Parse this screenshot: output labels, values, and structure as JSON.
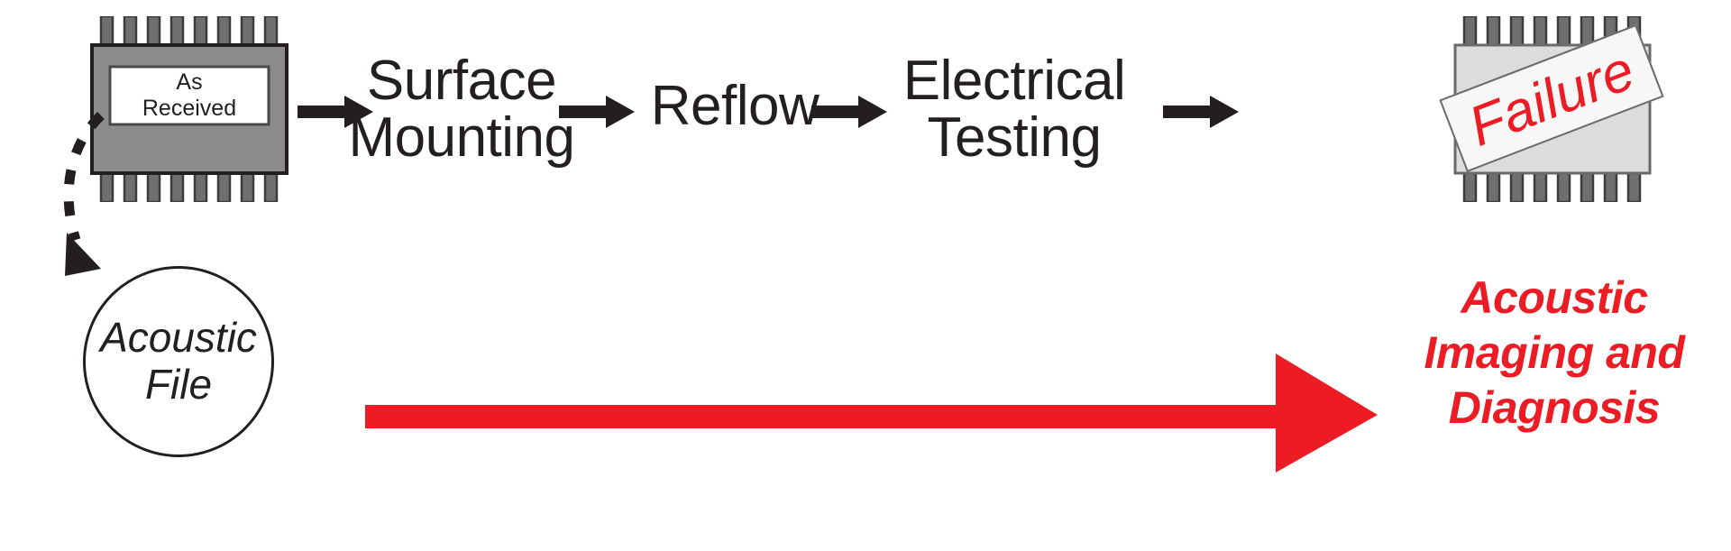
{
  "diagram": {
    "title": "Acoustic Imaging Process Flow",
    "colors": {
      "red": "#ed1c24",
      "red_text": "#ec1c24",
      "black": "#231f20",
      "chip_body_gray": "#8c8c8c",
      "chip_pin_gray": "#6f6f6f",
      "failed_chip_gray": "#dcdcdc",
      "background": "#ffffff"
    }
  },
  "flow": {
    "steps": [
      {
        "id": "as-received",
        "type": "chip",
        "label_lines": [
          "As",
          "Received"
        ]
      },
      {
        "id": "surface-mounting",
        "type": "text",
        "label": "Surface\nMounting"
      },
      {
        "id": "reflow",
        "type": "text",
        "label": "Reflow"
      },
      {
        "id": "electrical-testing",
        "type": "text",
        "label": "Electrical\nTesting"
      },
      {
        "id": "failure",
        "type": "chip",
        "label": "Failure"
      }
    ],
    "arrows": [
      {
        "id": "arrow-1",
        "from": "as-received",
        "to": "surface-mounting",
        "style": "solid-black"
      },
      {
        "id": "arrow-2",
        "from": "surface-mounting",
        "to": "reflow",
        "style": "solid-black"
      },
      {
        "id": "arrow-3",
        "from": "reflow",
        "to": "electrical-testing",
        "style": "solid-black"
      },
      {
        "id": "arrow-4",
        "from": "electrical-testing",
        "to": "failure",
        "style": "solid-black"
      },
      {
        "id": "arrow-dashed",
        "from": "as-received",
        "to": "acoustic-file",
        "style": "dashed-black-curved"
      },
      {
        "id": "arrow-red",
        "from": "acoustic-file",
        "to": "outcome",
        "style": "solid-red-thick"
      }
    ]
  },
  "chip_as_received": {
    "line1": "As",
    "line2": "Received",
    "pin_count_top": 8,
    "pin_count_bottom": 8
  },
  "chip_failure": {
    "stamp_label": "Failure",
    "stamp_rotation_deg": -21,
    "pin_count_top": 8,
    "pin_count_bottom": 8
  },
  "acoustic_file": {
    "line1": "Acoustic",
    "line2": "File"
  },
  "outcome": {
    "lines": [
      "Acoustic",
      "Imaging and",
      "Diagnosis"
    ]
  }
}
